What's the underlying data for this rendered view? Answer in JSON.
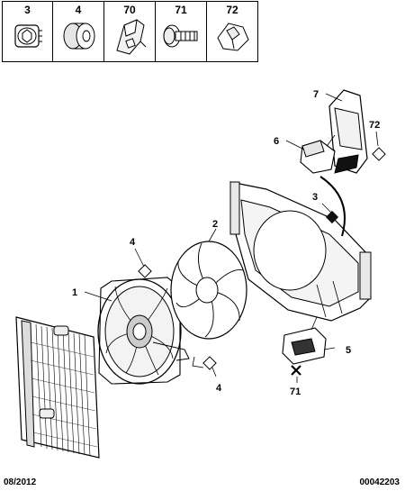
{
  "legend": {
    "cells": [
      {
        "ref": "3",
        "icon": "plug-icon"
      },
      {
        "ref": "4",
        "icon": "grommet-icon"
      },
      {
        "ref": "70",
        "icon": "clip-icon"
      },
      {
        "ref": "71",
        "icon": "bolt-icon"
      },
      {
        "ref": "72",
        "icon": "push-clip-icon"
      }
    ]
  },
  "callouts": {
    "c1": "1",
    "c2": "2",
    "c3": "3",
    "c4a": "4",
    "c4b": "4",
    "c5": "5",
    "c6": "6",
    "c7": "7",
    "c71": "71",
    "c72": "72"
  },
  "footer": {
    "date": "08/2012",
    "ref": "00042203"
  }
}
